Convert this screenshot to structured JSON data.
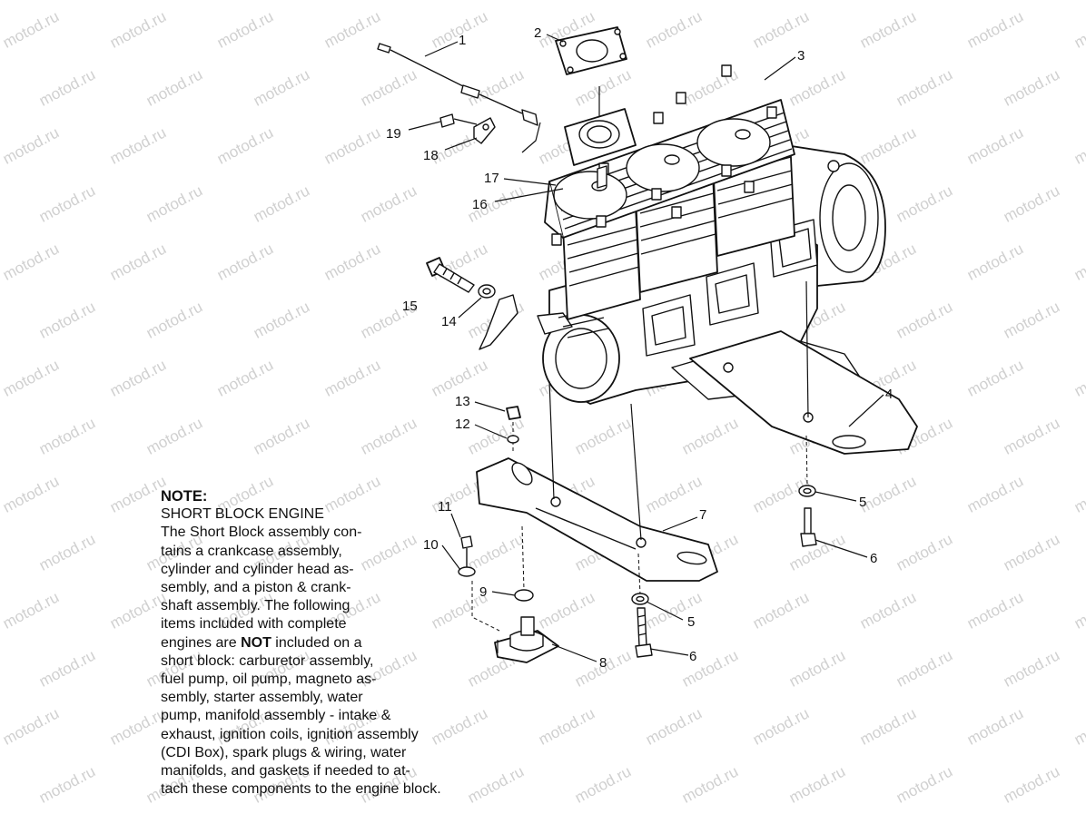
{
  "watermark_text": "motod.ru",
  "callouts": [
    {
      "id": "1",
      "text": "1"
    },
    {
      "id": "2",
      "text": "2"
    },
    {
      "id": "3",
      "text": "3"
    },
    {
      "id": "4",
      "text": "4"
    },
    {
      "id": "5a",
      "text": "5"
    },
    {
      "id": "5b",
      "text": "5"
    },
    {
      "id": "6a",
      "text": "6"
    },
    {
      "id": "6b",
      "text": "6"
    },
    {
      "id": "7",
      "text": "7"
    },
    {
      "id": "8",
      "text": "8"
    },
    {
      "id": "9",
      "text": "9"
    },
    {
      "id": "10",
      "text": "10"
    },
    {
      "id": "11",
      "text": "11"
    },
    {
      "id": "12",
      "text": "12"
    },
    {
      "id": "13",
      "text": "13"
    },
    {
      "id": "14",
      "text": "14"
    },
    {
      "id": "15",
      "text": "15"
    },
    {
      "id": "16",
      "text": "16"
    },
    {
      "id": "17",
      "text": "17"
    },
    {
      "id": "18",
      "text": "18"
    },
    {
      "id": "19",
      "text": "19"
    }
  ],
  "note": {
    "title": "NOTE:",
    "subtitle": "SHORT BLOCK ENGINE",
    "lines": [
      "The Short Block assembly con-",
      "tains a crankcase assembly,",
      "cylinder and cylinder head as-",
      "sembly, and a piston & crank-",
      "shaft assembly.  The following",
      "items included with complete",
      "engines are ",
      "short block:  carburetor assembly,",
      "fuel pump, oil pump, magneto as-",
      "sembly, starter assembly, water",
      "pump, manifold assembly - intake &",
      "exhaust, ignition coils, ignition assembly",
      "(CDI Box), spark plugs & wiring, water",
      "manifolds, and gaskets if needed to at-",
      "tach these components to the engine block."
    ],
    "bold_word": "NOT",
    "line7_tail": " included on a"
  }
}
